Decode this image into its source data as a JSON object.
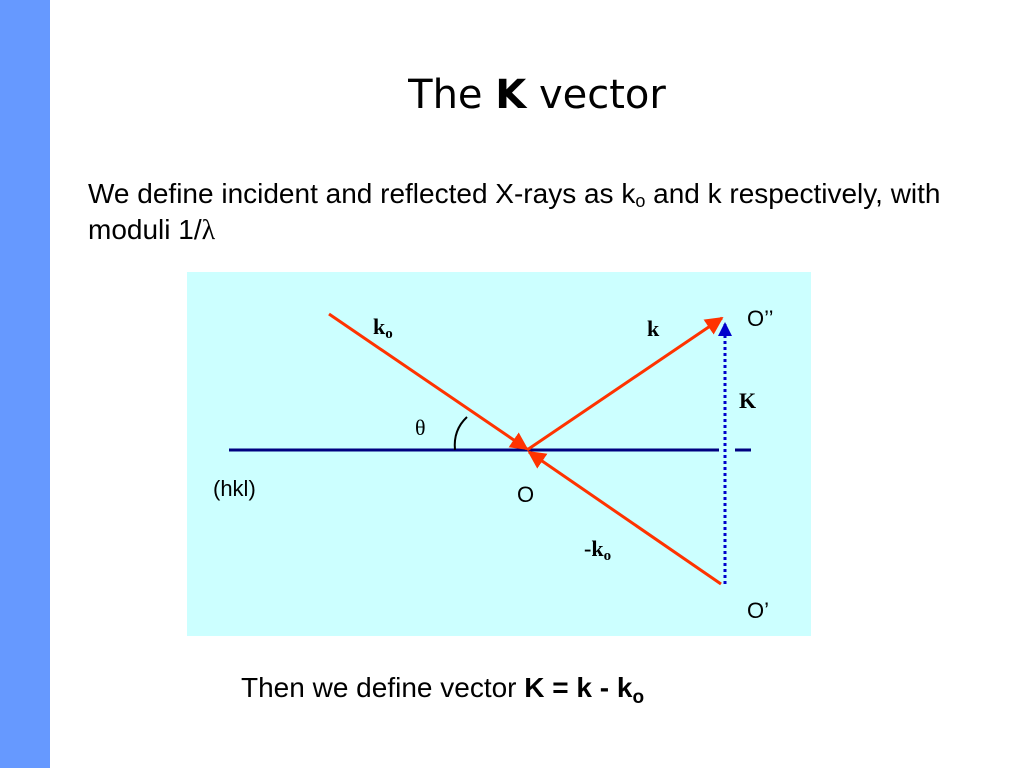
{
  "slide": {
    "title_pre": "The ",
    "title_bold": "K",
    "title_post": " vector",
    "para_1": "We define incident and reflected X-rays as k",
    "para_sub": "o",
    "para_2": " and k respectively, with moduli 1/",
    "lambda": "λ",
    "caption_pre": "Then we define vector ",
    "caption_bold": "K = k - k",
    "caption_sub": "o"
  },
  "diagram": {
    "labels": {
      "ko": "k",
      "ko_sub": "o",
      "k": "k",
      "K": "K",
      "theta": "θ",
      "hkl": "(hkl)",
      "O": "O",
      "O_double": "O’’",
      "O_single": "O’",
      "neg_ko": "-k",
      "neg_ko_sub": "o"
    },
    "colors": {
      "sidebar": "#6699ff",
      "panel": "#ccffff",
      "rays": "#ff3300",
      "plane": "#000080",
      "K_vector": "#0000cc"
    }
  }
}
